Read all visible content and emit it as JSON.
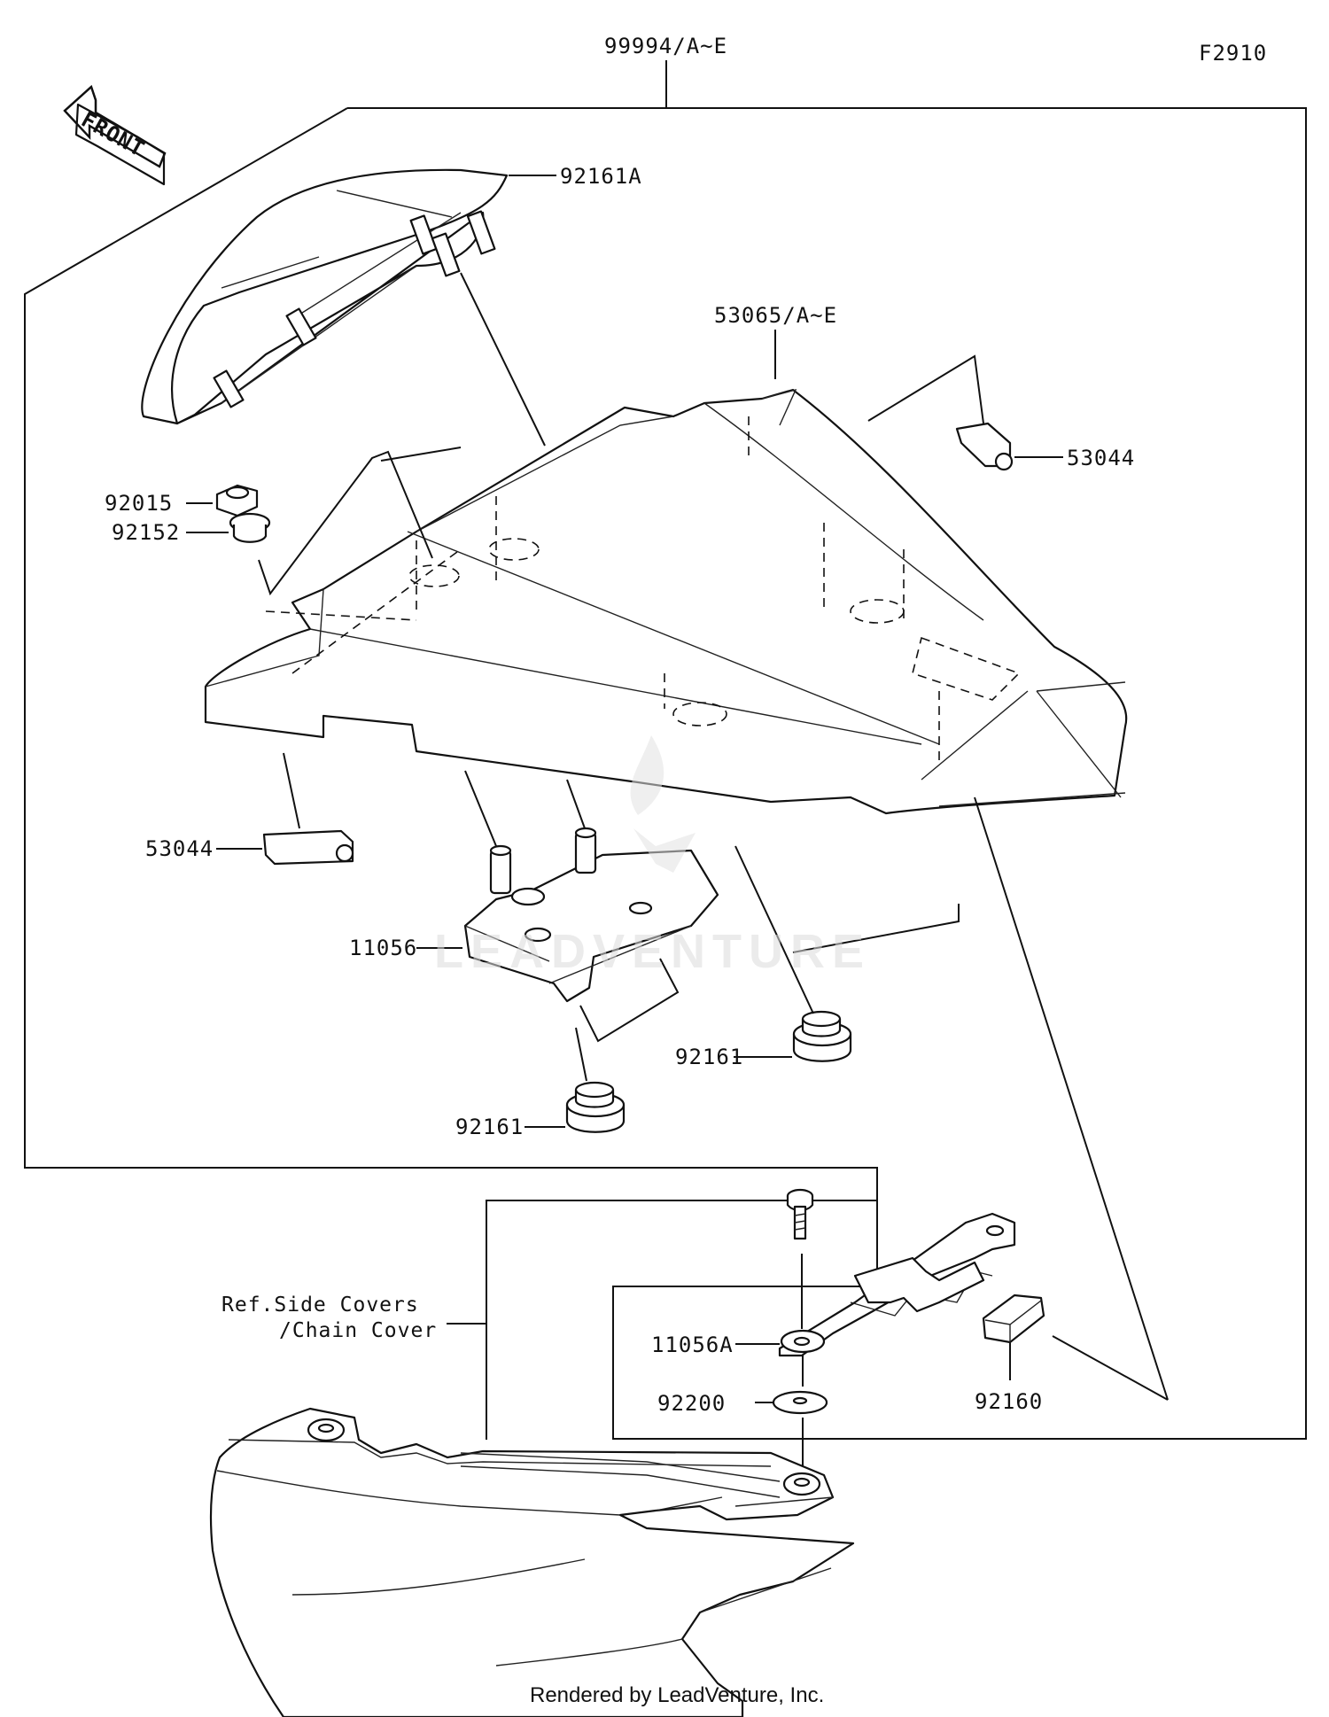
{
  "diagram": {
    "figure_code": "F2910",
    "front_arrow_label": "FRONT",
    "kit_label": "99994/A~E",
    "reference_note_line1": "Ref.Side Covers",
    "reference_note_line2": "/Chain Cover",
    "watermark": "LEADVENTURE",
    "footer": "Rendered by LeadVenture, Inc.",
    "parts": {
      "seat_cover_top": "92161A",
      "seat_cover_main": "53065/A~E",
      "clip_right": "53044",
      "nut": "92015",
      "collar": "92152",
      "clip_left": "53044",
      "bracket": "11056",
      "damper_right": "92161",
      "damper_left": "92161",
      "bracket_a": "11056A",
      "washer": "92200",
      "pad": "92160"
    }
  }
}
